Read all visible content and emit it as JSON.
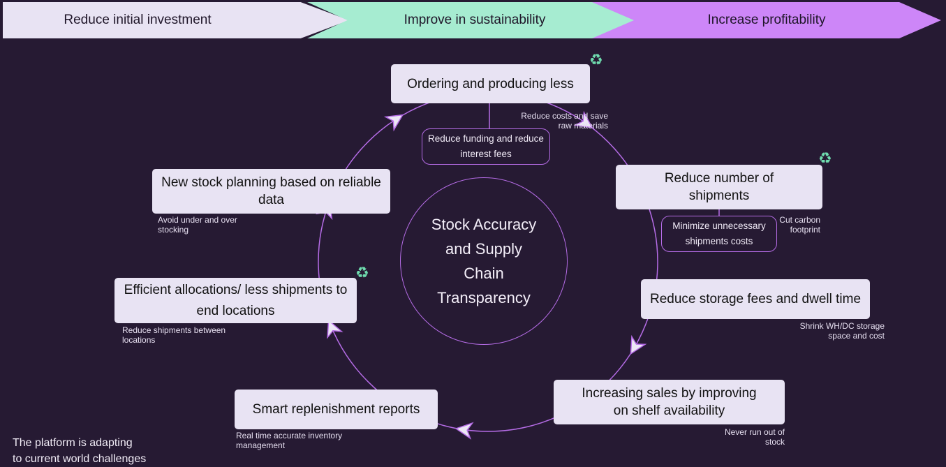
{
  "banner": {
    "steps": [
      {
        "label": "Reduce initial investment",
        "color": "#e8e3f3"
      },
      {
        "label": "Improve in sustainability",
        "color": "#a6ecd1"
      },
      {
        "label": "Increase profitability",
        "color": "#cd86f8"
      }
    ]
  },
  "center": {
    "title": "Stock Accuracy and Supply Chain Transparency"
  },
  "cycle": {
    "nodes": [
      {
        "label": "Ordering and producing less",
        "note": "Reduce costs and save raw materials",
        "sub": "Reduce funding and reduce interest fees",
        "icon": "recycle-icon"
      },
      {
        "label": "Reduce number of shipments",
        "note": "Cut carbon footprint",
        "sub": "Minimize unnecessary shipments costs",
        "icon": "recycle-icon"
      },
      {
        "label": "Reduce storage fees and dwell time",
        "note": "Shrink WH/DC storage space and cost"
      },
      {
        "label": "Increasing sales by improving on shelf availability",
        "note": "Never run out of stock"
      },
      {
        "label": "Smart replenishment reports",
        "note": "Real time accurate inventory management"
      },
      {
        "label": "Efficient allocations/ less shipments to end locations",
        "note": "Reduce shipments between locations",
        "icon": "recycle-icon"
      },
      {
        "label": "New stock planning based on reliable data",
        "note": "Avoid under and over stocking"
      }
    ]
  },
  "icons": {
    "recycle": "♻"
  },
  "colors": {
    "background": "#261a33",
    "accent": "#b56ce6",
    "box": "#e8e3f3",
    "recycle": "#6fdcaf"
  },
  "footer": {
    "line1": "The platform is adapting",
    "line2": "to current world challenges"
  }
}
